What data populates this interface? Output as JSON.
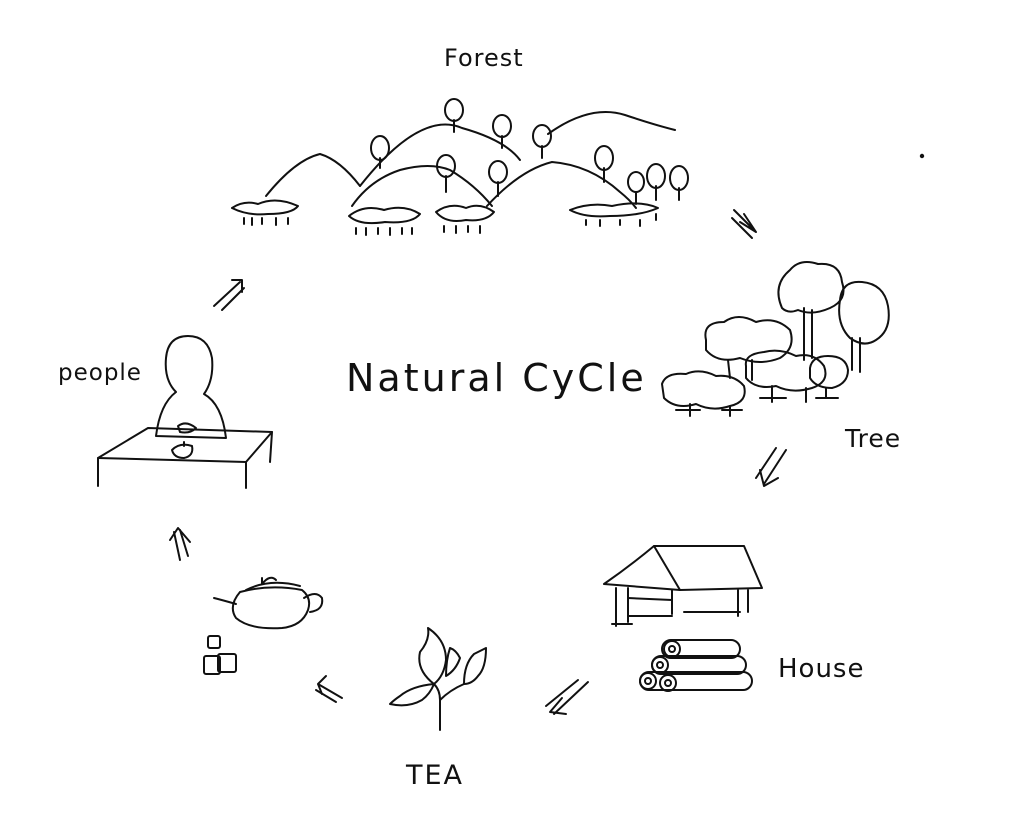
{
  "center_label": "Natural CyCle",
  "nodes": [
    {
      "id": "forest",
      "label": "Forest",
      "icon": "forest-hills-icon"
    },
    {
      "id": "tree",
      "label": "Tree",
      "icon": "trees-icon"
    },
    {
      "id": "house",
      "label": "House",
      "icon": "house-and-logs-icon"
    },
    {
      "id": "tea",
      "label": "TEA",
      "icon": "tea-sprout-icon"
    },
    {
      "id": "teapot",
      "label": "",
      "icon": "teapot-and-cups-icon"
    },
    {
      "id": "people",
      "label": "people",
      "icon": "person-at-table-icon"
    }
  ],
  "cycle_order": [
    "forest",
    "tree",
    "house",
    "tea",
    "teapot",
    "people"
  ],
  "style": {
    "ink": "#111111",
    "paper": "#ffffff"
  }
}
